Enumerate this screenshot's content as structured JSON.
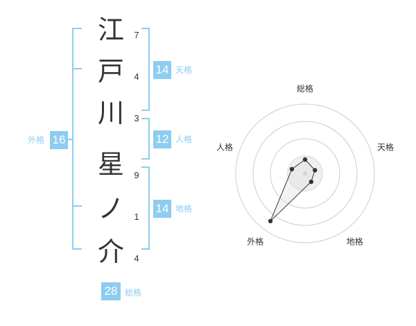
{
  "name": {
    "characters": [
      {
        "char": "江",
        "strokes": "7"
      },
      {
        "char": "戸",
        "strokes": "4"
      },
      {
        "char": "川",
        "strokes": "3"
      },
      {
        "char": "星",
        "strokes": "9"
      },
      {
        "char": "ノ",
        "strokes": "1"
      },
      {
        "char": "介",
        "strokes": "4"
      }
    ]
  },
  "fortune": {
    "tenkaku": {
      "label": "天格",
      "value": "14"
    },
    "jinkaku": {
      "label": "人格",
      "value": "12"
    },
    "chikaku": {
      "label": "地格",
      "value": "14"
    },
    "gaikaku": {
      "label": "外格",
      "value": "16"
    },
    "soukaku": {
      "label": "総格",
      "value": "28"
    }
  },
  "radar": {
    "axes": [
      "総格",
      "天格",
      "地格",
      "外格",
      "人格"
    ],
    "levels": [
      0.2,
      0.15,
      0.15,
      0.85,
      0.2
    ],
    "ring_count": 4,
    "colors": {
      "ring": "#cccccc",
      "fill": "#e6e6e6",
      "line": "#333333",
      "dot": "#333333"
    }
  },
  "colors": {
    "accent": "#8ccdf0",
    "text": "#333333"
  }
}
